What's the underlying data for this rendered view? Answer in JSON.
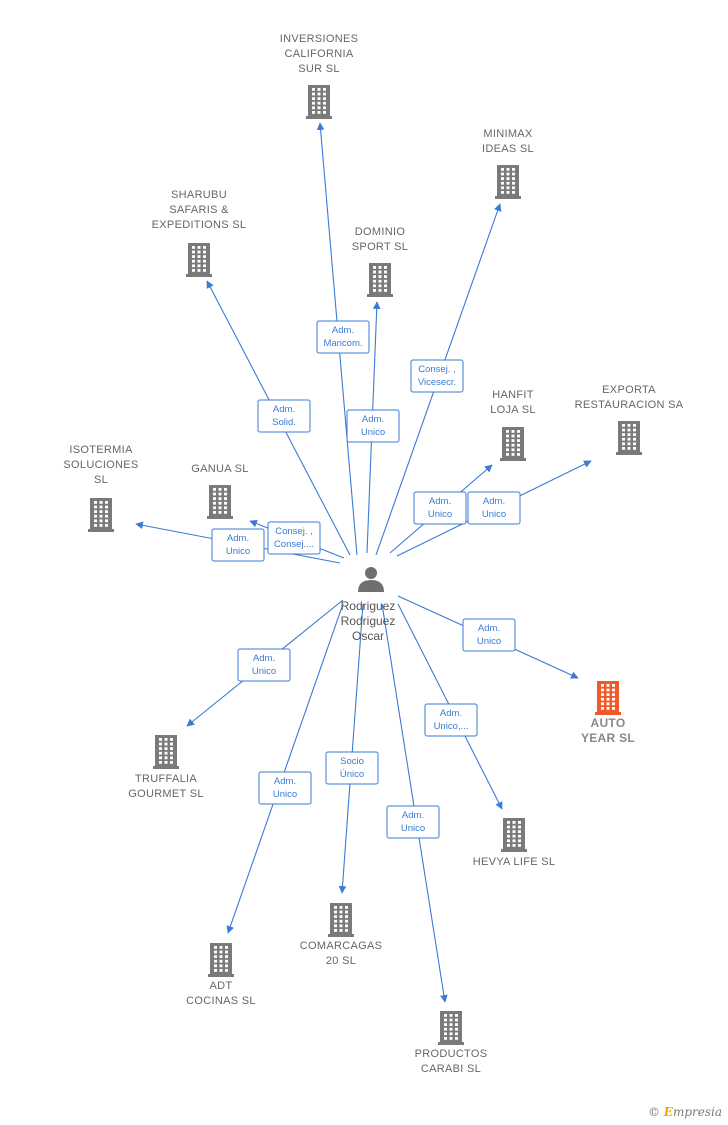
{
  "center": {
    "label_lines": [
      "Rodriguez",
      "Rodriguez",
      "Oscar"
    ],
    "icon": "person-icon"
  },
  "colors": {
    "edge": "#3a7bd5",
    "building": "#7a7a7a",
    "highlight_building": "#f05a2a"
  },
  "companies": [
    {
      "id": "inversiones",
      "lines": [
        "INVERSIONES",
        "CALIFORNIA",
        "SUR SL"
      ],
      "highlight": false
    },
    {
      "id": "minimax",
      "lines": [
        "MINIMAX",
        "IDEAS  SL"
      ],
      "highlight": false
    },
    {
      "id": "sharubu",
      "lines": [
        "SHARUBU",
        "SAFARIS &",
        "EXPEDITIONS SL"
      ],
      "highlight": false
    },
    {
      "id": "dominio",
      "lines": [
        "DOMINIO",
        "SPORT  SL"
      ],
      "highlight": false
    },
    {
      "id": "hanfit",
      "lines": [
        "HANFIT",
        "LOJA  SL"
      ],
      "highlight": false
    },
    {
      "id": "exporta",
      "lines": [
        "EXPORTA",
        "RESTAURACION SA"
      ],
      "highlight": false
    },
    {
      "id": "isotermia",
      "lines": [
        "ISOTERMIA",
        "SOLUCIONES",
        "SL"
      ],
      "highlight": false
    },
    {
      "id": "ganua",
      "lines": [
        "GANUA  SL"
      ],
      "highlight": false
    },
    {
      "id": "auto",
      "lines": [
        "AUTO",
        "YEAR  SL"
      ],
      "highlight": true
    },
    {
      "id": "truffalia",
      "lines": [
        "TRUFFALIA",
        "GOURMET  SL"
      ],
      "highlight": false
    },
    {
      "id": "hevya",
      "lines": [
        "HEVYA LIFE  SL"
      ],
      "highlight": false
    },
    {
      "id": "comarcagas",
      "lines": [
        "COMARCAGAS",
        "20  SL"
      ],
      "highlight": false
    },
    {
      "id": "adt",
      "lines": [
        "ADT",
        "COCINAS SL"
      ],
      "highlight": false
    },
    {
      "id": "productos",
      "lines": [
        "PRODUCTOS",
        "CARABI  SL"
      ],
      "highlight": false
    }
  ],
  "relations": [
    {
      "to": "inversiones",
      "role": [
        "Adm.",
        "Mancom."
      ]
    },
    {
      "to": "dominio",
      "role": [
        "Adm.",
        "Unico"
      ]
    },
    {
      "to": "minimax",
      "role": [
        "Consej. ,",
        "Vicesecr."
      ]
    },
    {
      "to": "sharubu",
      "role": [
        "Adm.",
        "Solid."
      ]
    },
    {
      "to": "hanfit",
      "role": [
        "Adm.",
        "Unico"
      ]
    },
    {
      "to": "exporta",
      "role": [
        "Adm.",
        "Unico"
      ]
    },
    {
      "to": "ganua",
      "role": [
        "Consej. ,",
        "Consej...."
      ]
    },
    {
      "to": "isotermia",
      "role": [
        "Adm.",
        "Unico"
      ]
    },
    {
      "to": "auto",
      "role": [
        "Adm.",
        "Unico"
      ]
    },
    {
      "to": "truffalia",
      "role": [
        "Adm.",
        "Unico"
      ]
    },
    {
      "to": "hevya",
      "role": [
        "Adm.",
        "Unico,..."
      ]
    },
    {
      "to": "comarcagas",
      "role": [
        "Socio",
        "Único"
      ]
    },
    {
      "to": "adt",
      "role": [
        "Adm.",
        "Unico"
      ]
    },
    {
      "to": "productos",
      "role": [
        "Adm.",
        "Unico"
      ]
    }
  ],
  "footer": {
    "copyright": "©",
    "brand_first": "E",
    "brand_rest": "mpresia"
  }
}
